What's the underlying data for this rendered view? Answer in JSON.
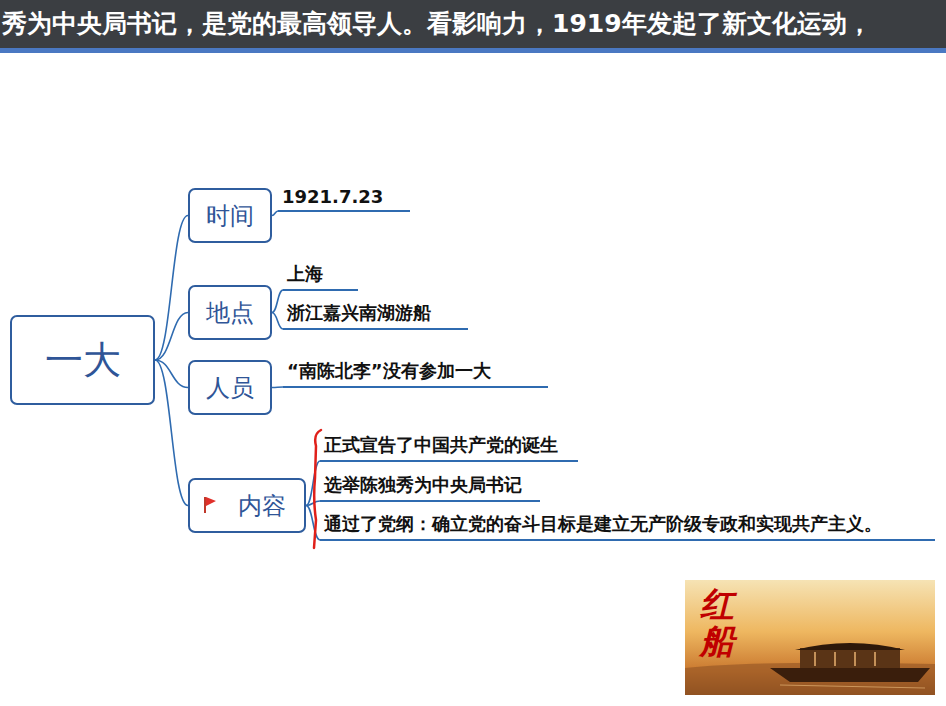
{
  "diagram": {
    "nodes": [
      {
        "text": [
          "一大"
        ]
      },
      {
        "text": [
          "时间"
        ]
      },
      {
        "text": [
          "地点"
        ]
      },
      {
        "text": [
          "人员"
        ]
      },
      {
        "text": [
          "内容"
        ]
      },
      {
        "text": [
          "1921.7.23"
        ]
      },
      {
        "text": [
          "上海"
        ]
      },
      {
        "text": [
          "浙江嘉兴南湖游船"
        ]
      },
      {
        "text": [
          "“南陈北李”没有参加一大"
        ]
      },
      {
        "text": [
          "正式宣告了中国共产党的诞生"
        ]
      },
      {
        "text": [
          "选举陈独秀为中央局书记"
        ]
      },
      {
        "text": [
          "通过了党纲：确立党的奋斗目标是建立无产阶级专政和实现共产主义。"
        ]
      }
    ],
    "edges": [
      {
        "from": 0,
        "to": 1,
        "arrow": "none"
      },
      {
        "from": 0,
        "to": 2,
        "arrow": "none"
      },
      {
        "from": 0,
        "to": 3,
        "arrow": "none"
      },
      {
        "from": 0,
        "to": 4,
        "arrow": "none"
      },
      {
        "from": 1,
        "to": 5,
        "arrow": "none"
      },
      {
        "from": 2,
        "to": 6,
        "arrow": "none"
      },
      {
        "from": 2,
        "to": 7,
        "arrow": "none"
      },
      {
        "from": 3,
        "to": 8,
        "arrow": "none"
      },
      {
        "from": 4,
        "to": 9,
        "arrow": "none"
      },
      {
        "from": 4,
        "to": 10,
        "arrow": "none"
      },
      {
        "from": 4,
        "to": 11,
        "arrow": "none"
      }
    ],
    "labels": [
      "秀为中央局书记，是党的最高领导人。看影响力，1919年发起了新文化运动，",
      "红船"
    ]
  }
}
